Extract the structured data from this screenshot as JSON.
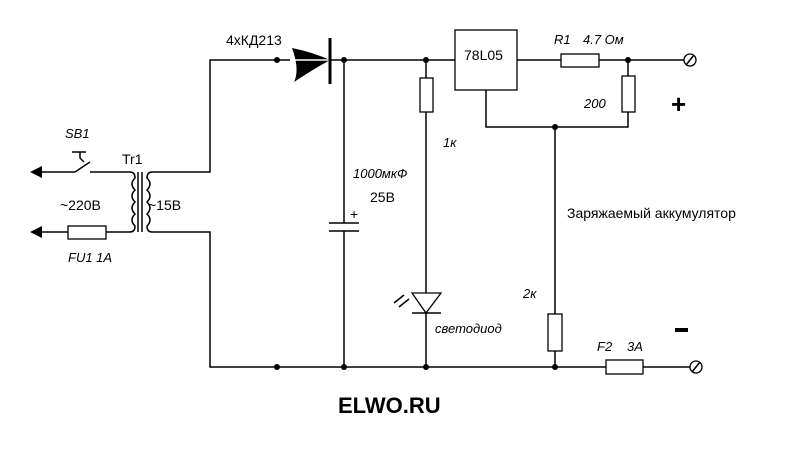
{
  "diagram": {
    "title": "Charger circuit schematic",
    "components": {
      "switch": {
        "label": "SB1"
      },
      "transformer": {
        "label": "Tr1",
        "primary": "~220В",
        "secondary": "~15В"
      },
      "fuse1": {
        "label": "FU1 1A"
      },
      "diode_bridge": {
        "label": "4хКД213"
      },
      "capacitor": {
        "label": "1000мкФ",
        "voltage": "25В",
        "polarity": "+"
      },
      "resistor_led": {
        "label": "1к"
      },
      "led": {
        "label": "светодиод"
      },
      "regulator": {
        "label": "78L05"
      },
      "r1": {
        "label": "R1",
        "value": "4.7 Ом"
      },
      "r200": {
        "label": "200"
      },
      "r2k": {
        "label": "2к"
      },
      "fuse2": {
        "label": "F2",
        "value": "3А"
      },
      "battery": {
        "label": "Заряжаемый аккумулятор"
      },
      "terminal_plus": {
        "label": "+"
      },
      "terminal_minus": {
        "label": "–"
      }
    },
    "watermark": "ELWO.RU"
  }
}
